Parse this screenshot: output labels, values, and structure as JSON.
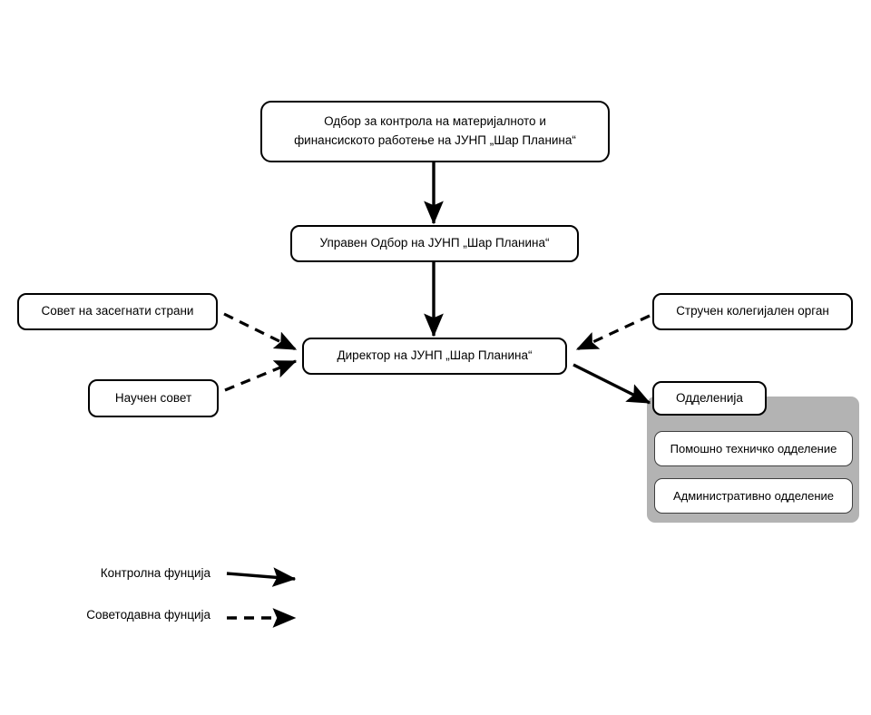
{
  "diagram": {
    "title_text": "",
    "nodes": {
      "oversight_board": "Одбор за контрола  на материјалното и финансиското работење на ЈУНП „Шар Планина“",
      "oversight_board_line1": "Одбор за контрола  на материјалното и",
      "oversight_board_line2": "финансиското работење на ЈУНП „Шар Планина“",
      "managing_board": "Управен Одбор на ЈУНП „Шар Планина“",
      "director": "Директор на ЈУНП „Шар Планина“",
      "stakeholder_council": "Совет на засегнати страни",
      "scientific_council": "Научен совет",
      "expert_collegial_body": "Стручен колегијален орган",
      "departments": "Одделенија",
      "department_support_technical": "Помошно техничко одделение",
      "department_administrative": "Административно одделение"
    },
    "legend": {
      "control_function": "Контролна фунција",
      "advisory_function": "Советодавна фунција"
    },
    "colors": {
      "line": "#000000",
      "box_border": "#000000",
      "group_fill": "#b3b3b3",
      "subbox_border": "#3f3f3f",
      "background": "#ffffff"
    }
  }
}
